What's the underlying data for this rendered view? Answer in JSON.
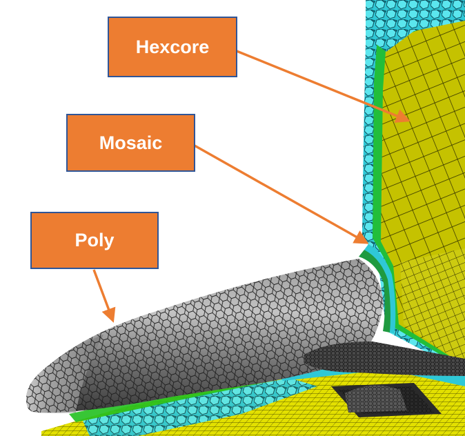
{
  "figure": {
    "description": "CFD mesh visualization of an aircraft nose/body intersecting a vertical mesh plane and a ground mesh plane",
    "colors": {
      "label_fill": "#ED7D31",
      "label_border": "#2F5597",
      "label_text": "#FFFFFF",
      "arrow": "#ED7D31",
      "hex_cells": "#C8C400",
      "transition_green": "#2FBF3A",
      "poly_cyan": "#2FD3DA",
      "poly_dark_cyan": "#137E8C",
      "surface_gray": "#8A8A8A",
      "ground_yellow": "#E8E800"
    }
  },
  "labels": [
    {
      "id": "hexcore",
      "text": "Hexcore"
    },
    {
      "id": "mosaic",
      "text": "Mosaic"
    },
    {
      "id": "poly",
      "text": "Poly"
    }
  ]
}
